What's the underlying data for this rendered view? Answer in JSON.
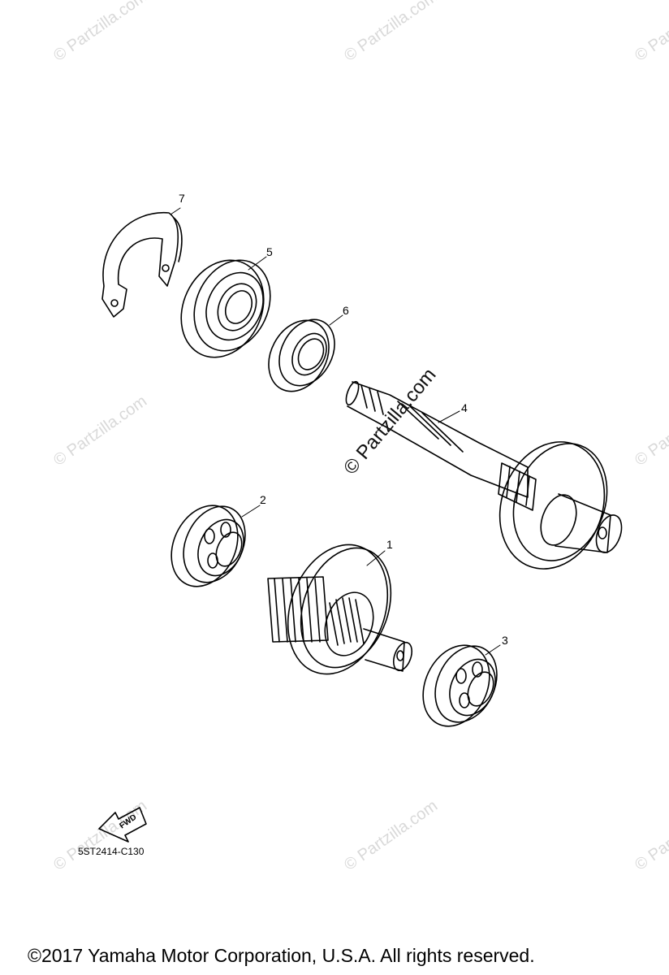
{
  "watermark": {
    "text": "© Partzilla.com",
    "center_text": "© Partzilla.com",
    "color": "#d9d9d9"
  },
  "callouts": {
    "c1": "1",
    "c2": "2",
    "c3": "3",
    "c4": "4",
    "c5": "5",
    "c6": "6",
    "c7": "7"
  },
  "fwd_label": "FWD",
  "diagram_code": "5ST2414-C130",
  "copyright": "©2017  Yamaha Motor Corporation, U.S.A. All rights reserved.",
  "parts": [
    {
      "callout": "1",
      "icon": "gear-icon"
    },
    {
      "callout": "2",
      "icon": "bearing-icon"
    },
    {
      "callout": "3",
      "icon": "bearing-icon"
    },
    {
      "callout": "4",
      "icon": "shaft-icon"
    },
    {
      "callout": "5",
      "icon": "bearing-icon"
    },
    {
      "callout": "6",
      "icon": "bearing-icon"
    },
    {
      "callout": "7",
      "icon": "circlip-icon"
    }
  ]
}
